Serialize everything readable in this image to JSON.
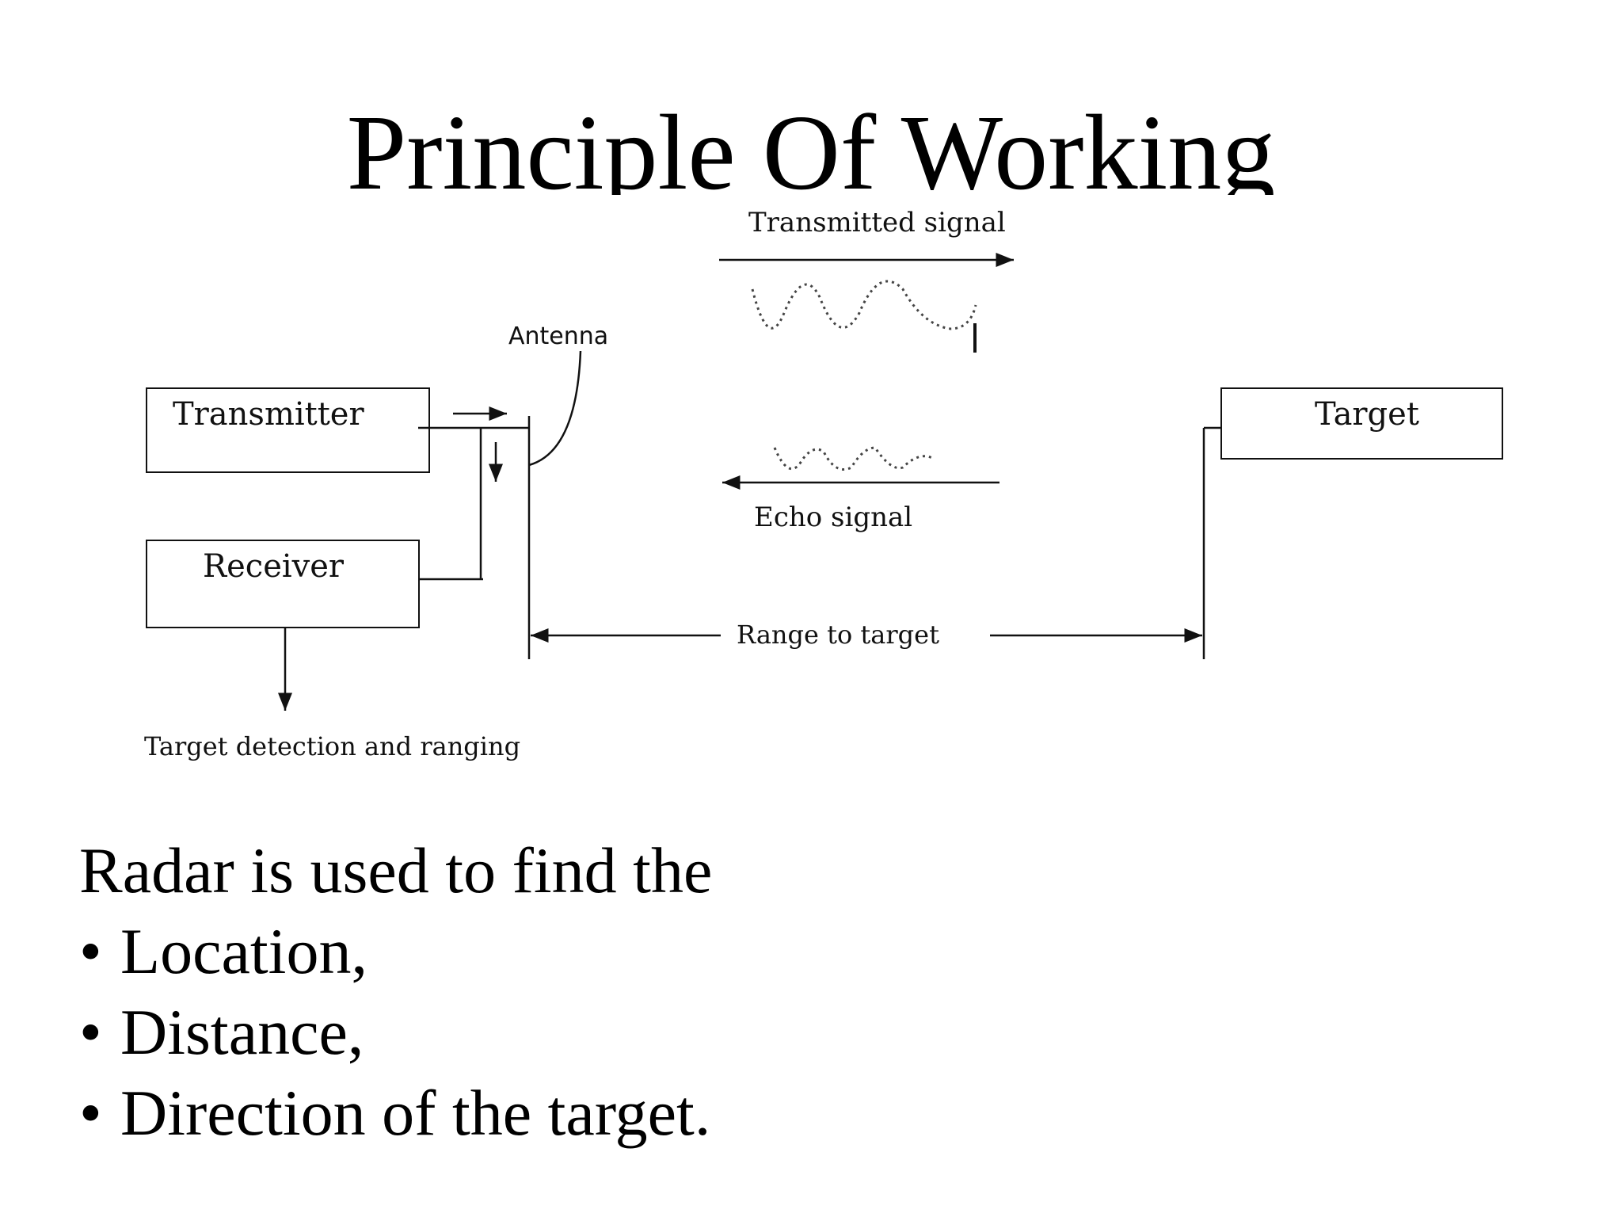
{
  "slide": {
    "title": "Principle Of Working"
  },
  "diagram": {
    "transmitted_label": "Transmitted signal",
    "antenna_label": "Antenna",
    "transmitter_label": "Transmitter",
    "receiver_label": "Receiver",
    "target_label": "Target",
    "echo_label": "Echo signal",
    "range_label": "Range to target",
    "detection_label": "Target detection and ranging"
  },
  "body": {
    "intro": "Radar is used to find the",
    "bullets": [
      "Location,",
      "Distance,",
      "Direction of the target."
    ]
  }
}
